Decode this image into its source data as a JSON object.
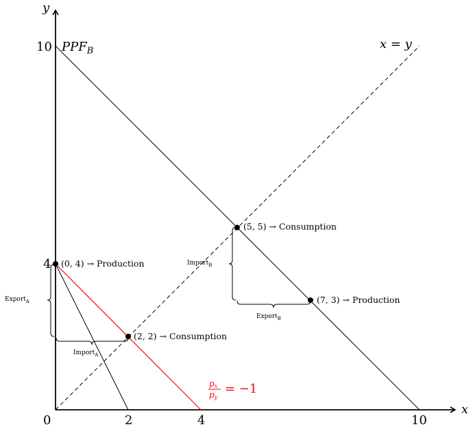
{
  "axes": {
    "x_label": "x",
    "y_label": "y",
    "origin_label": "0",
    "x_ticks": [
      "2",
      "4",
      "10"
    ],
    "y_ticks": [
      "4",
      "10"
    ]
  },
  "curves": {
    "ppf_b_label": "PPF",
    "ppf_b_subscript": "B",
    "diagonal_label": "x = y",
    "price_ratio_num": "p",
    "price_ratio_num_sub": "x",
    "price_ratio_den": "p",
    "price_ratio_den_sub": "y",
    "price_ratio_value": "= −1"
  },
  "points": [
    {
      "coord": "(0, 4)",
      "role": "→ Production"
    },
    {
      "coord": "(2, 2)",
      "role": "→ Consumption"
    },
    {
      "coord": "(5, 5)",
      "role": "→ Consumption"
    },
    {
      "coord": "(7, 3)",
      "role": "→ Production"
    }
  ],
  "braces": {
    "export_a": "Export",
    "export_a_sub": "A",
    "import_a": "Import",
    "import_a_sub": "A",
    "import_b": "Import",
    "import_b_sub": "B",
    "export_b": "Export",
    "export_b_sub": "B"
  },
  "colors": {
    "terms_of_trade_line": "#ff0000",
    "axes": "#000000"
  }
}
